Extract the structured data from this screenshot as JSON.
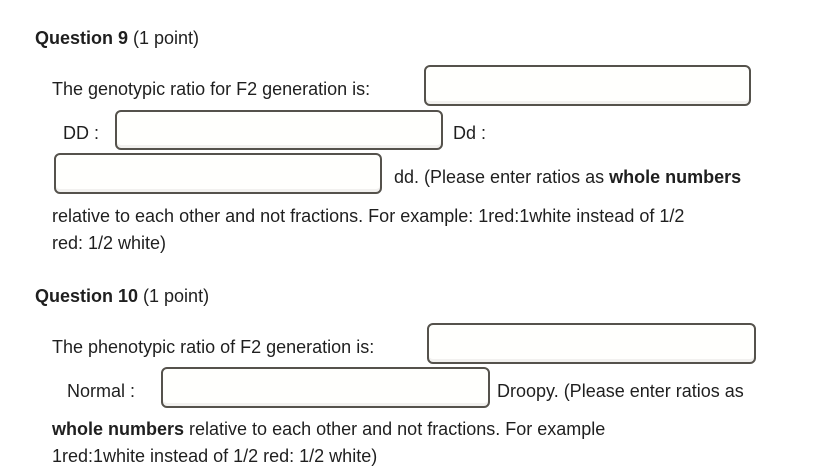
{
  "colors": {
    "background": "#ffffff",
    "text": "#1f1f1f",
    "input_border": "#55524c",
    "input_background": "#fffffd"
  },
  "question9": {
    "heading": {
      "title": "Question 9",
      "points": " (1 point)"
    },
    "prompt": "The genotypic ratio for F2 generation is:",
    "ratio_input": {
      "value": ""
    },
    "label_DD": "DD :",
    "DD_input": {
      "value": ""
    },
    "label_Dd": "Dd :",
    "dd_input": {
      "value": ""
    },
    "dd_line": {
      "prefix": "dd. (Please enter ratios as ",
      "bold": "whole numbers"
    },
    "note_line2": "relative to each other and not fractions. For example: 1red:1white instead of 1/2",
    "note_line3": "red: 1/2 white)"
  },
  "question10": {
    "heading": {
      "title": "Question 10",
      "points": " (1 point)"
    },
    "prompt": "The phenotypic ratio of F2 generation is:",
    "ratio_input": {
      "value": ""
    },
    "label_normal": "Normal :",
    "normal_input": {
      "value": ""
    },
    "droopy_line": "Droopy. (Please enter ratios as",
    "note_line2": {
      "bold": "whole numbers",
      "rest": " relative to each other and not fractions. For example"
    },
    "note_line3": "1red:1white instead of 1/2 red: 1/2 white)"
  }
}
